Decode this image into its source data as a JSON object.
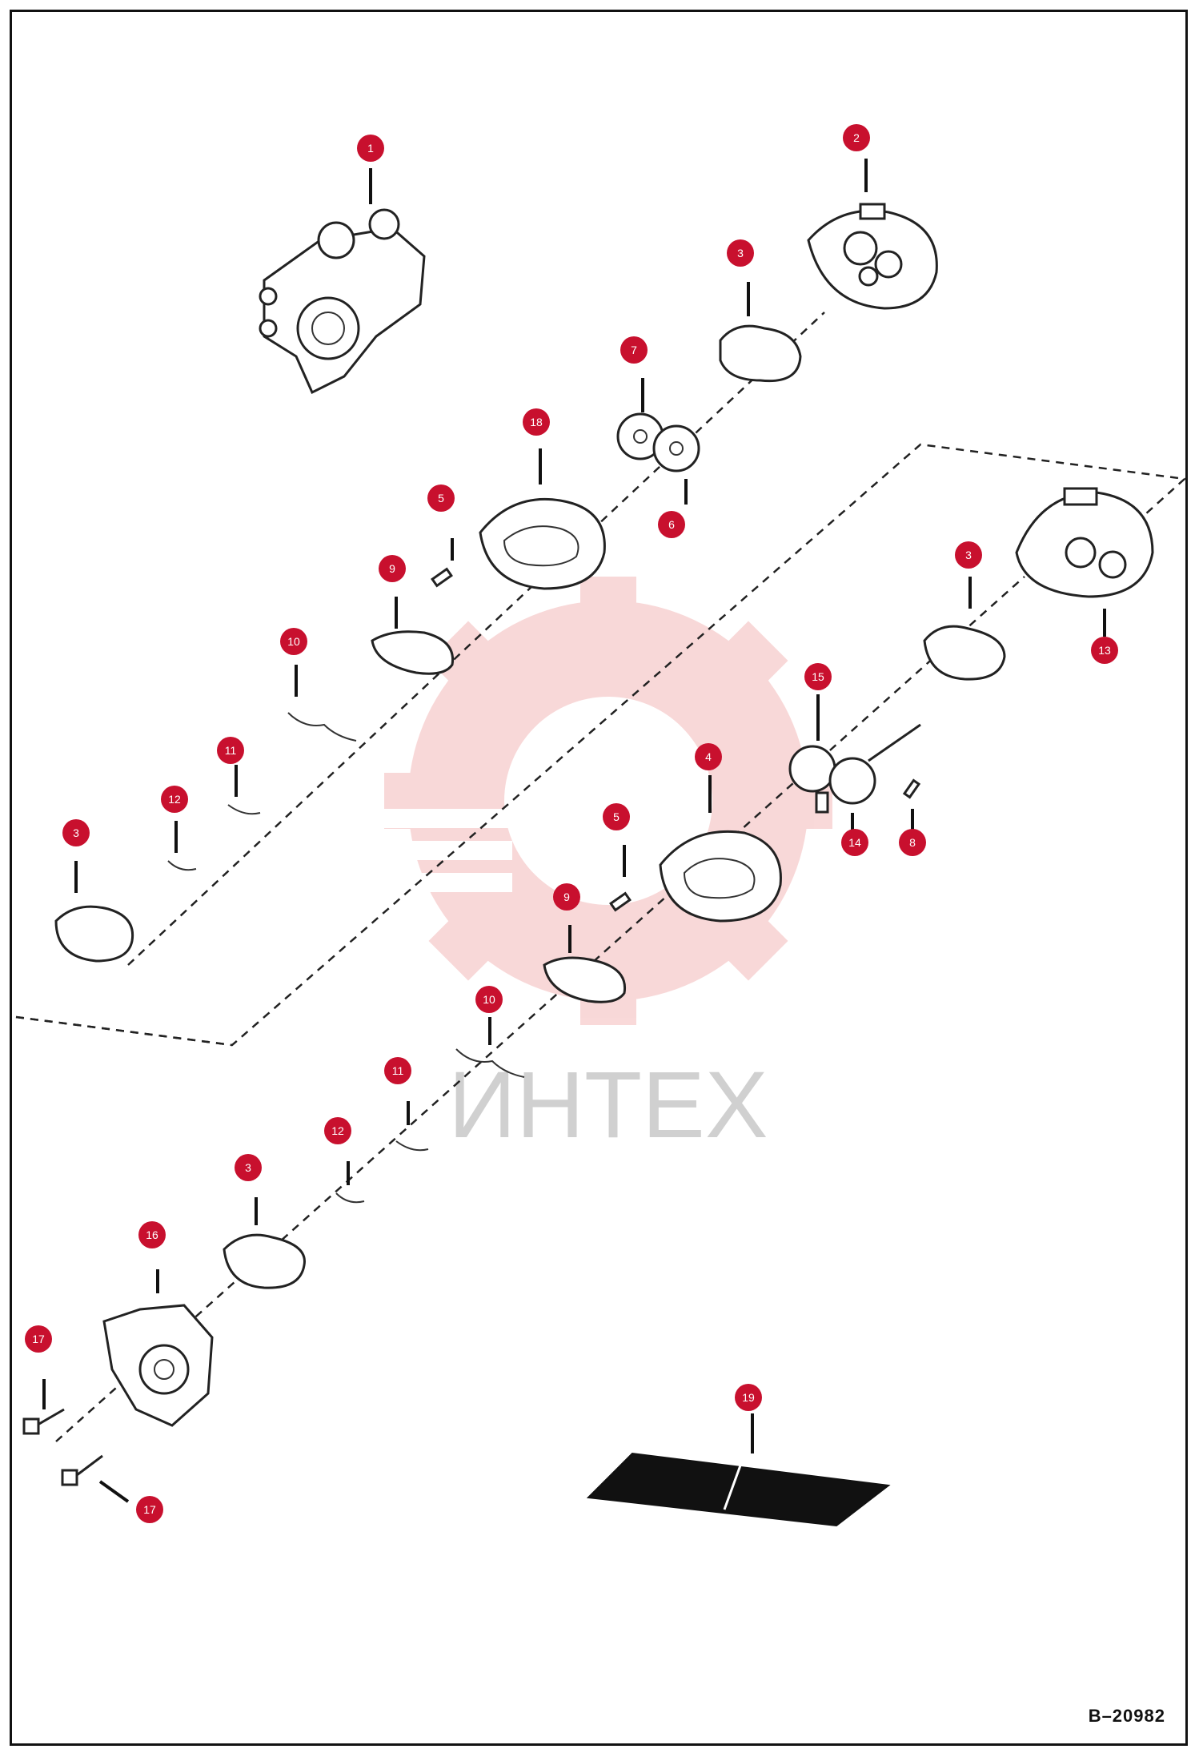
{
  "watermark": {
    "text": "ИНТЕХ",
    "color": "#f3b7b7"
  },
  "reference_code": "B–20982",
  "callout_color": "#c8102e",
  "callouts": [
    {
      "id": "c1",
      "label": "1"
    },
    {
      "id": "c2",
      "label": "2"
    },
    {
      "id": "c3a",
      "label": "3"
    },
    {
      "id": "c7",
      "label": "7"
    },
    {
      "id": "c18",
      "label": "18"
    },
    {
      "id": "c5a",
      "label": "5"
    },
    {
      "id": "c6",
      "label": "6"
    },
    {
      "id": "c9a",
      "label": "9"
    },
    {
      "id": "c10a",
      "label": "10"
    },
    {
      "id": "c11a",
      "label": "11"
    },
    {
      "id": "c12a",
      "label": "12"
    },
    {
      "id": "c3b",
      "label": "3"
    },
    {
      "id": "c3c",
      "label": "3"
    },
    {
      "id": "c13",
      "label": "13"
    },
    {
      "id": "c15",
      "label": "15"
    },
    {
      "id": "c4",
      "label": "4"
    },
    {
      "id": "c5b",
      "label": "5"
    },
    {
      "id": "c14",
      "label": "14"
    },
    {
      "id": "c8",
      "label": "8"
    },
    {
      "id": "c9b",
      "label": "9"
    },
    {
      "id": "c10b",
      "label": "10"
    },
    {
      "id": "c11b",
      "label": "11"
    },
    {
      "id": "c12b",
      "label": "12"
    },
    {
      "id": "c3d",
      "label": "3"
    },
    {
      "id": "c16",
      "label": "16"
    },
    {
      "id": "c17a",
      "label": "17"
    },
    {
      "id": "c17b",
      "label": "17"
    },
    {
      "id": "c19",
      "label": "19"
    }
  ]
}
